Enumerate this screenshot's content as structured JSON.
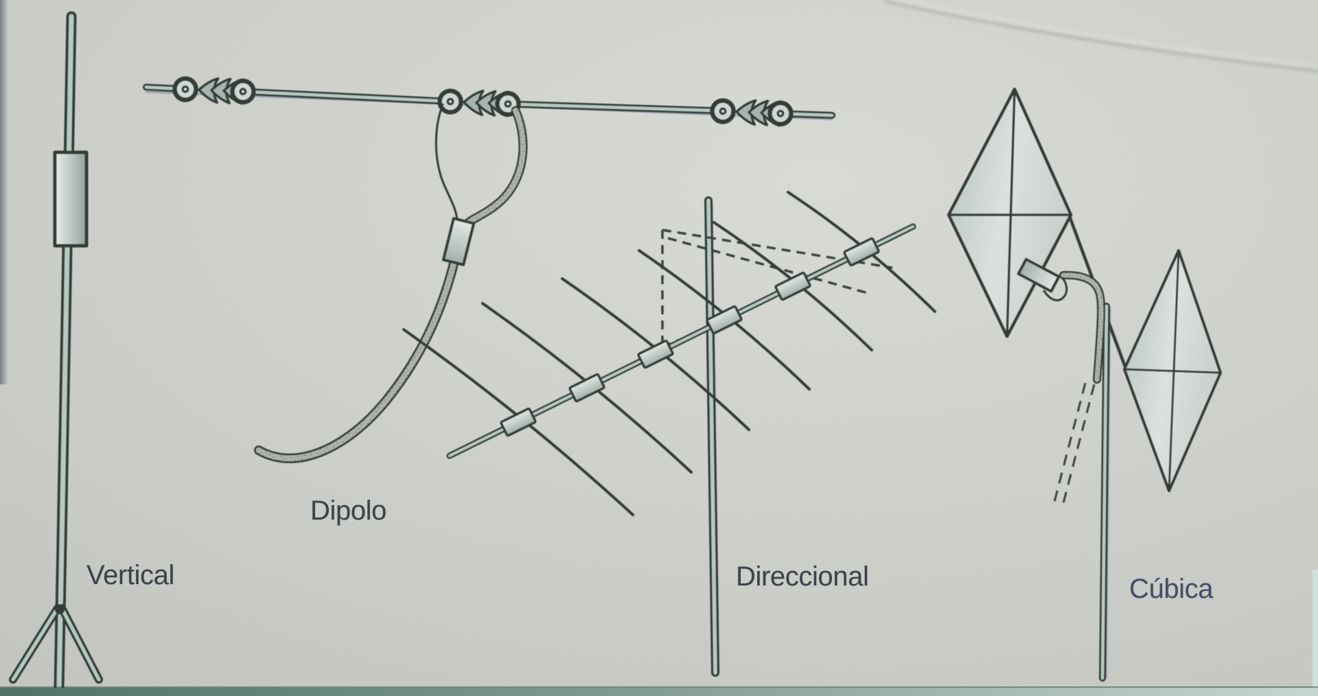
{
  "drawings": [
    {
      "name": "vertical-antenna",
      "label": "Vertical"
    },
    {
      "name": "dipole-antenna",
      "label": "Dipolo"
    },
    {
      "name": "directional-antenna",
      "label": "Direccional"
    },
    {
      "name": "cubical-quad-antenna",
      "label": "Cúbica"
    }
  ],
  "colors": {
    "paper": "#d4d6d2",
    "line_ink": "#313a35",
    "tube_fill": "#b9cdc6",
    "hardware_fill": "#c9d4d0",
    "coax_fill": "#b2b6ae",
    "blue_fringe": "#2c3f77",
    "page_edge_teal": "#4e7268",
    "label_ink": "#3d434a"
  }
}
